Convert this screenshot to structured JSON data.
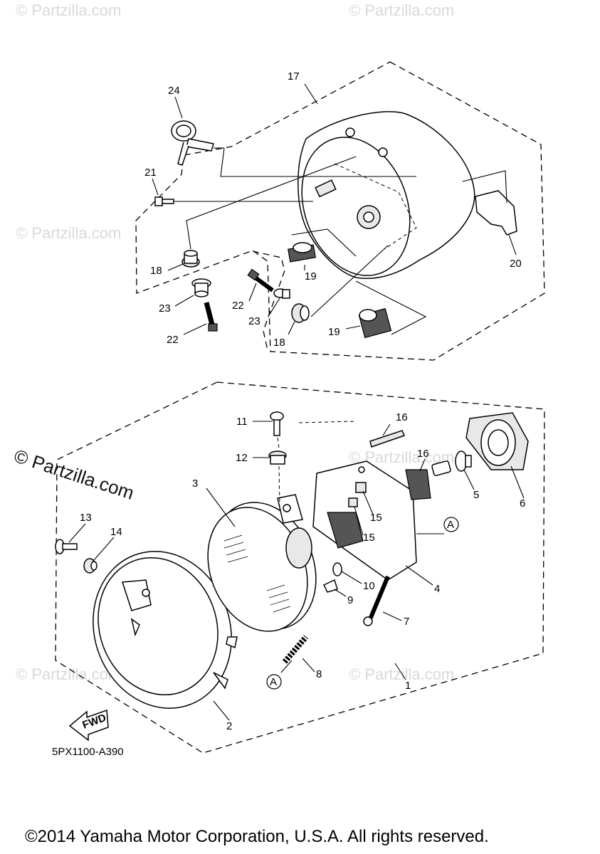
{
  "watermark": {
    "text": "© Partzilla.com",
    "main_text": "© Partzilla.com"
  },
  "callouts": {
    "p1": "1",
    "p2": "2",
    "p3": "3",
    "p4": "4",
    "p5": "5",
    "p6": "6",
    "p7": "7",
    "p8": "8",
    "p9": "9",
    "p10": "10",
    "p11": "11",
    "p12": "12",
    "p13": "13",
    "p14": "14",
    "p15a": "15",
    "p15b": "15",
    "p16a": "16",
    "p16b": "16",
    "p17": "17",
    "p18a": "18",
    "p18b": "18",
    "p19a": "19",
    "p19b": "19",
    "p20": "20",
    "p21": "21",
    "p22a": "22",
    "p22b": "22",
    "p23a": "23",
    "p23b": "23",
    "p24": "24",
    "refA1": "A",
    "refA2": "A"
  },
  "fwd_label": "FWD",
  "diagram_code": "5PX1100-A390",
  "copyright": "©2014 Yamaha Motor Corporation, U.S.A. All rights reserved."
}
